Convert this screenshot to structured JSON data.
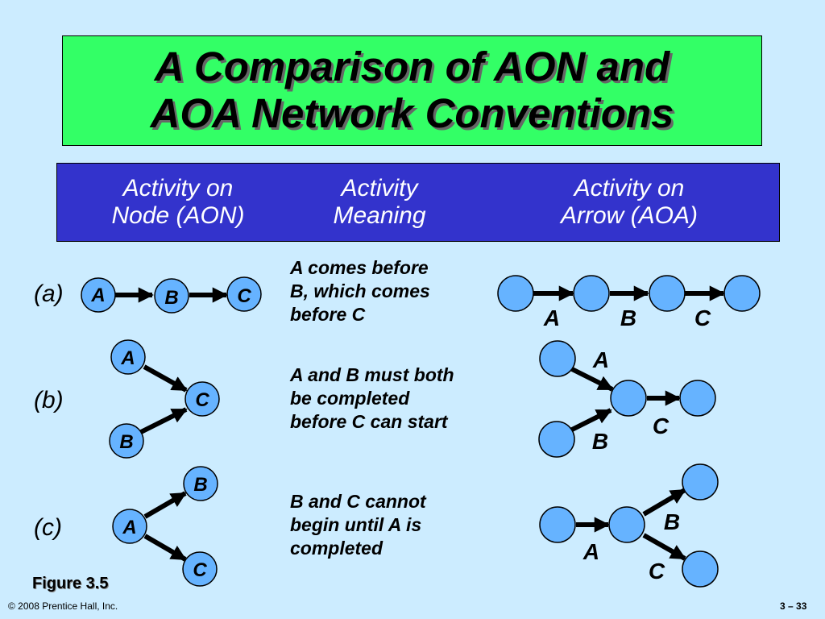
{
  "title": {
    "line1": "A Comparison of AON and",
    "line2": "AOA Network Conventions"
  },
  "columns": {
    "aon": {
      "line1": "Activity on",
      "line2": "Node (AON)"
    },
    "meaning": {
      "line1": "Activity",
      "line2": "Meaning"
    },
    "aoa": {
      "line1": "Activity on",
      "line2": "Arrow (AOA)"
    }
  },
  "rows": [
    {
      "label": "(a)",
      "meaning": [
        "A comes before",
        "B, which comes",
        "before C"
      ]
    },
    {
      "label": "(b)",
      "meaning": [
        "A and B must both",
        "be completed",
        "before C can start"
      ]
    },
    {
      "label": "(c)",
      "meaning": [
        "B and C cannot",
        "begin until A is",
        "completed"
      ]
    }
  ],
  "nodes": {
    "A": "A",
    "B": "B",
    "C": "C"
  },
  "figure_label": "Figure 3.5",
  "footer": {
    "copyright": "© 2008 Prentice Hall, Inc.",
    "page": "3 – 33"
  },
  "colors": {
    "title_bg": "#33ff66",
    "header_bg": "#3333cc",
    "node_fill": "#66b3ff",
    "background": "#ccecff"
  }
}
